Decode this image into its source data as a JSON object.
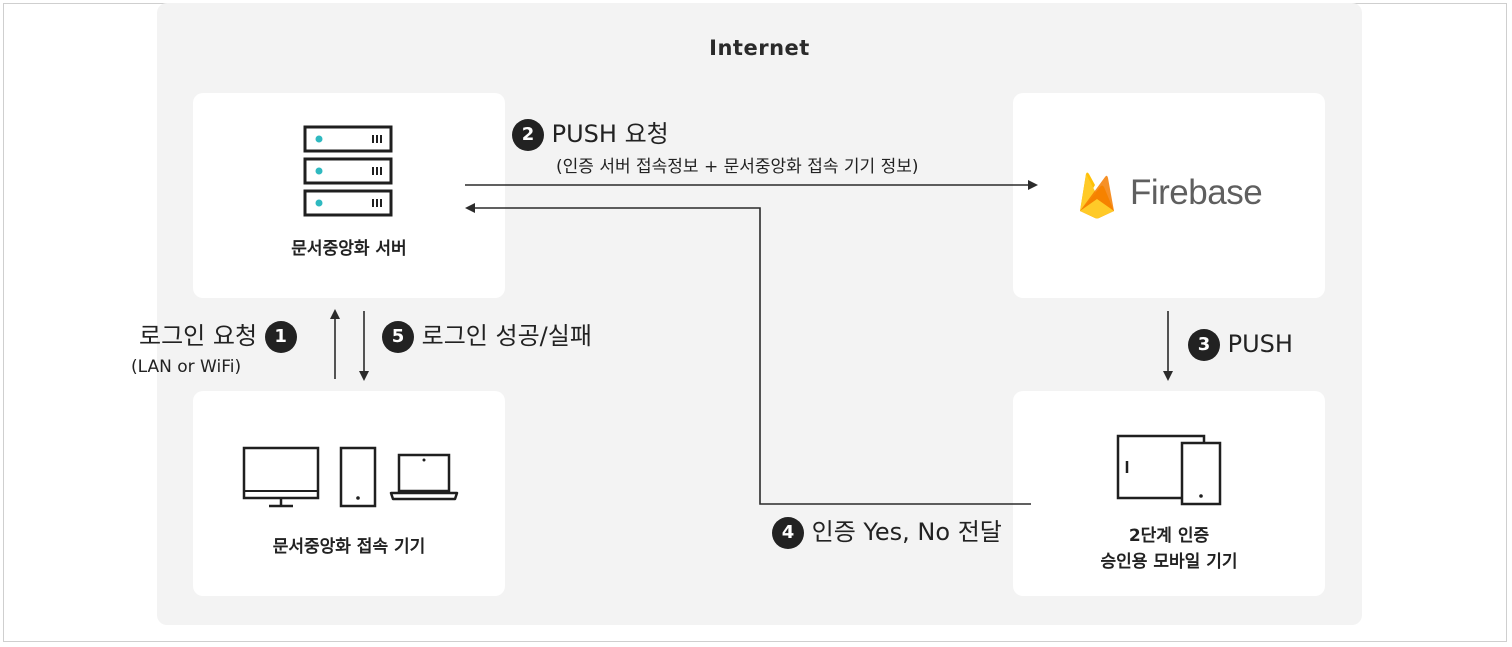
{
  "diagram": {
    "zone_title": "Internet",
    "server": {
      "label": "문서중앙화 서버"
    },
    "firebase": {
      "wordmark": "Firebase"
    },
    "access_devices": {
      "label": "문서중앙화 접속 기기"
    },
    "mobile": {
      "label_line1": "2단계 인증",
      "label_line2": "승인용 모바일 기기"
    },
    "steps": {
      "s1": {
        "num": "1",
        "text": "로그인 요청",
        "sub": "(LAN or WiFi)"
      },
      "s2": {
        "num": "2",
        "text": "PUSH 요청",
        "sub": "(인증 서버 접속정보 + 문서중앙화 접속 기기 정보)"
      },
      "s3": {
        "num": "3",
        "text": "PUSH"
      },
      "s4": {
        "num": "4",
        "text": "인증 Yes, No 전달"
      },
      "s5": {
        "num": "5",
        "text": "로그인 성공/실패"
      }
    },
    "colors": {
      "zone_bg": "#f3f3f3",
      "card_bg": "#ffffff",
      "line": "#2b2b2b",
      "server_led": "#2fb9c0",
      "firebase_yellow": "#ffca28",
      "firebase_orange": "#ffa000",
      "firebase_amber": "#f57c00",
      "firebase_text": "#5f5f5f"
    }
  }
}
